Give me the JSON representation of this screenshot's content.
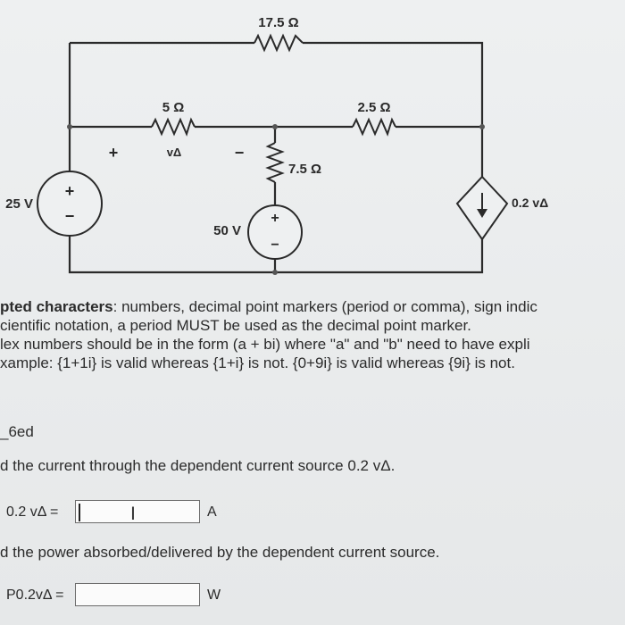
{
  "circuit": {
    "r_top": "17.5 Ω",
    "r_left": "5 Ω",
    "r_right": "2.5 Ω",
    "r_mid": "7.5 Ω",
    "v_delta": "vΔ",
    "plus": "+",
    "minus": "−",
    "src_left": "25 V",
    "src_mid": "50 V",
    "dep_src": "0.2 vΔ"
  },
  "instructions": {
    "line1_bold": "pted characters",
    "line1_rest": ": numbers, decimal point markers (period or comma), sign indic",
    "line2": "cientific notation, a period MUST be used as the decimal point marker.",
    "line3": "lex numbers should be in the form (a + bi) where \"a\" and \"b\" need to have expli",
    "line4": "xample: {1+1i} is valid whereas {1+i} is not. {0+9i} is valid whereas {9i} is not."
  },
  "problem": {
    "id": "_6ed",
    "part_a": "d the current through the dependent current source 0.2 vΔ.",
    "part_a_label": "0.2 vΔ =",
    "part_a_value": "",
    "part_a_unit": "A",
    "part_b": "d the power absorbed/delivered by the dependent current source.",
    "part_b_label": "P0.2vΔ =",
    "part_b_value": "",
    "part_b_unit": "W"
  }
}
